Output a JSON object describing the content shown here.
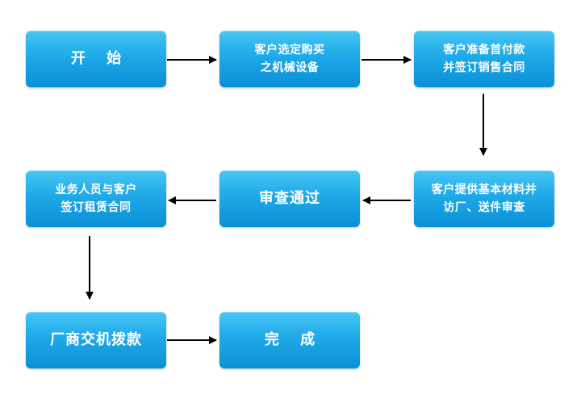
{
  "nodes": {
    "start": {
      "lines": [
        "开 始"
      ]
    },
    "select": {
      "lines": [
        "客户选定购买",
        "之机械设备"
      ]
    },
    "prepay": {
      "lines": [
        "客户准备首付款",
        "并签订销售合同"
      ]
    },
    "submit": {
      "lines": [
        "客户提供基本材料并",
        "访厂、送件审查"
      ]
    },
    "approve": {
      "lines": [
        "审查通过"
      ]
    },
    "lease": {
      "lines": [
        "业务人员与客户",
        "签订租赁合同"
      ]
    },
    "disburse": {
      "lines": [
        "厂商交机拨款"
      ]
    },
    "done": {
      "lines": [
        "完 成"
      ]
    }
  },
  "colors": {
    "box_top": "#48c6f4",
    "box_bottom": "#0b8fd6",
    "text": "#ffffff",
    "arrow": "#000000"
  }
}
